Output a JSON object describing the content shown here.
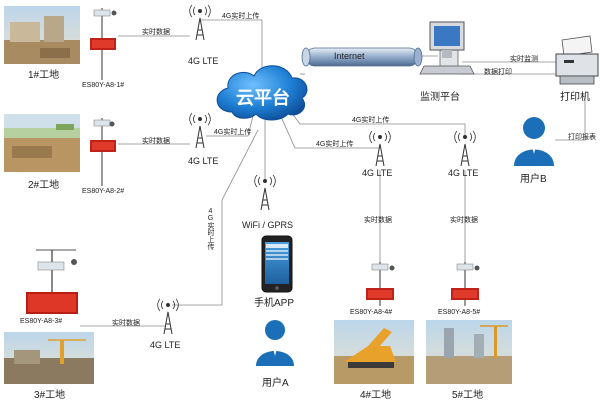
{
  "cloud": {
    "label": "云平台",
    "color": "#1f7fd4"
  },
  "internet": {
    "label": "Internet"
  },
  "monitor_platform": {
    "label": "监测平台"
  },
  "printer": {
    "label": "打印机"
  },
  "sites": [
    {
      "name": "1#工地",
      "device": "ES80Y-A8-1#",
      "network": "4G LTE"
    },
    {
      "name": "2#工地",
      "device": "ES80Y-A8-2#",
      "network": "4G LTE"
    },
    {
      "name": "3#工地",
      "device": "ES80Y-A8-3#",
      "network": "4G LTE"
    },
    {
      "name": "4#工地",
      "device": "ES80Y-A8-4#",
      "network": "4G LTE"
    },
    {
      "name": "5#工地",
      "device": "ES80Y-A8-5#",
      "network": "4G LTE"
    }
  ],
  "wifi_gprs": {
    "label": "WiFi / GPRS"
  },
  "mobile_app": {
    "label": "手机APP"
  },
  "users": {
    "a": "用户A",
    "b": "用户B"
  },
  "link_labels": {
    "realtime_data": "实时数据",
    "realtime_upload": "4G实时上传",
    "realtime_monitor": "实时监测",
    "data_print": "数据打印",
    "print_report": "打印报表",
    "vertical_upload": "4G实时上传"
  }
}
